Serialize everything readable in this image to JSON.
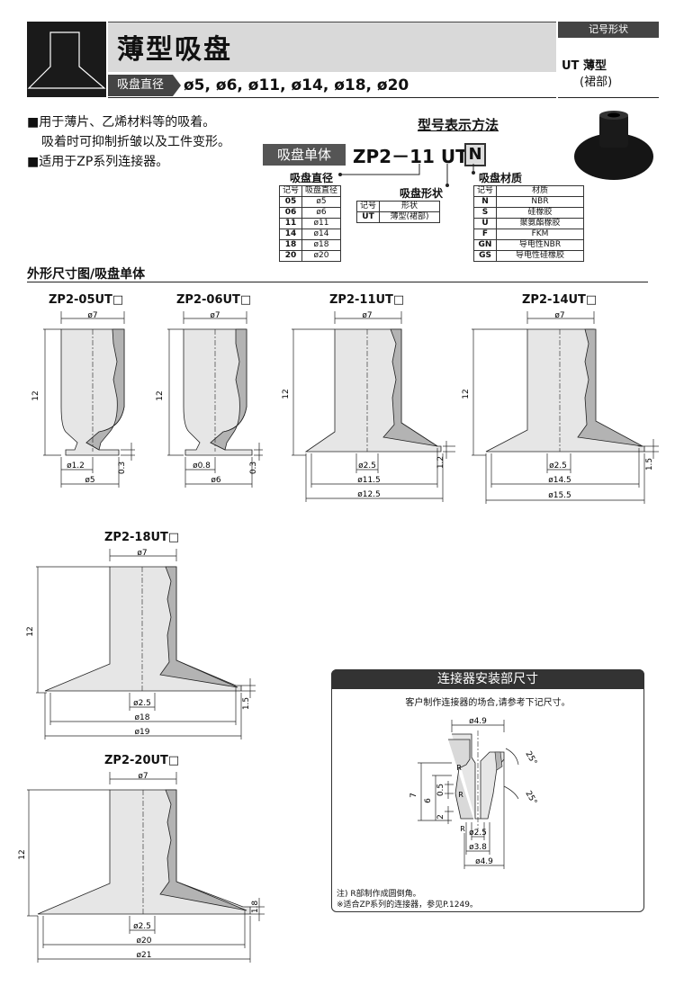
{
  "header": {
    "title": "薄型吸盘",
    "sub_label": "吸盘直径",
    "sizes": "ø5, ø6, ø11, ø14, ø18, ø20",
    "side_tag": "记号形状",
    "side_code": "UT 薄型",
    "side_code2": "(裙部)"
  },
  "features": {
    "line1": "■用于薄片、乙烯材料等的吸着。",
    "line2": "吸着时可抑制折皱以及工件变形。",
    "line3": "■适用于ZP系列连接器。"
  },
  "model": {
    "heading": "型号表示方法",
    "unit_label": "吸盘单体",
    "code": "ZP2－11 UT",
    "code_n": "N",
    "dia_label": "吸盘直径",
    "shape_label": "吸盘形状",
    "mat_label": "吸盘材质",
    "dia_table": {
      "headers": [
        "记号",
        "吸盘直径"
      ],
      "rows": [
        [
          "05",
          "ø5"
        ],
        [
          "06",
          "ø6"
        ],
        [
          "11",
          "ø11"
        ],
        [
          "14",
          "ø14"
        ],
        [
          "18",
          "ø18"
        ],
        [
          "20",
          "ø20"
        ]
      ]
    },
    "shape_table": {
      "headers": [
        "记号",
        "形状"
      ],
      "rows": [
        [
          "UT",
          "薄型(裙部)"
        ]
      ]
    },
    "mat_table": {
      "headers": [
        "记号",
        "材质"
      ],
      "rows": [
        [
          "N",
          "NBR"
        ],
        [
          "S",
          "硅橡胶"
        ],
        [
          "U",
          "聚氨酯橡胶"
        ],
        [
          "F",
          "FKM"
        ],
        [
          "GN",
          "导电性NBR"
        ],
        [
          "GS",
          "导电性硅橡胶"
        ]
      ]
    }
  },
  "dims_heading": "外形尺寸图/吸盘单体",
  "drawings": {
    "d05": {
      "title": "ZP2-05UT□",
      "top": "ø7",
      "h": "12",
      "a": "ø1.2",
      "b": "ø5",
      "t": "0.3"
    },
    "d06": {
      "title": "ZP2-06UT□",
      "top": "ø7",
      "h": "12",
      "a": "ø0.8",
      "b": "ø6",
      "t": "0.3"
    },
    "d11": {
      "title": "ZP2-11UT□",
      "top": "ø7",
      "h": "12",
      "a": "ø2.5",
      "b": "ø11.5",
      "c": "ø12.5",
      "t": "1.2"
    },
    "d14": {
      "title": "ZP2-14UT□",
      "top": "ø7",
      "h": "12",
      "a": "ø2.5",
      "b": "ø14.5",
      "c": "ø15.5",
      "t": "1.5"
    },
    "d18": {
      "title": "ZP2-18UT□",
      "top": "ø7",
      "h": "12",
      "a": "ø2.5",
      "b": "ø18",
      "c": "ø19",
      "t": "1.5"
    },
    "d20": {
      "title": "ZP2-20UT□",
      "top": "ø7",
      "h": "12",
      "a": "ø2.5",
      "b": "ø20",
      "c": "ø21",
      "t": "1.8"
    }
  },
  "connector": {
    "heading": "连接器安装部尺寸",
    "note_top": "客户制作连接器的场合,请参考下记尺寸。",
    "d_top": "ø4.9",
    "angle1": "25°",
    "angle2": "25°",
    "v7": "7",
    "v6": "6",
    "v05": "0.5",
    "v2": "2",
    "r1": "R",
    "r2": "R",
    "r3": "R",
    "d1": "ø2.5",
    "d2": "ø3.8",
    "d3": "ø4.9",
    "note1": "注) R部制作成圆倒角。",
    "note2": "※适合ZP系列的连接器，参见P.1249。"
  },
  "colors": {
    "dark": "#1a1a1a",
    "band": "#444444",
    "light": "#d9d9d9",
    "body": "#e6e6e6",
    "section": "#b3b3b3"
  }
}
